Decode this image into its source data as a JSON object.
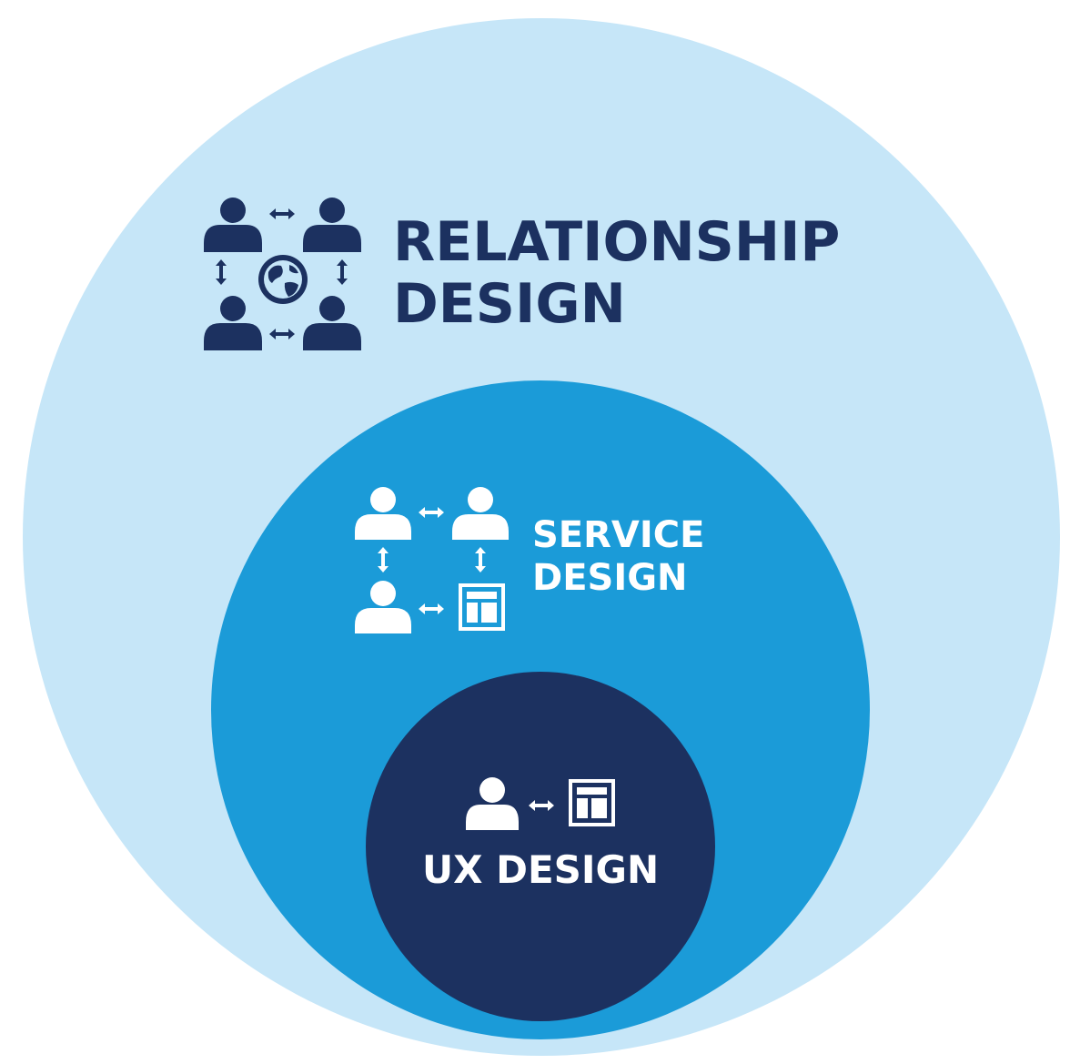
{
  "colors": {
    "outer_circle": "#c6e6f8",
    "middle_circle": "#1b9bd8",
    "inner_circle": "#1c3160",
    "dark_text": "#1c3160",
    "light_text": "#ffffff"
  },
  "relationship": {
    "line1": "RELATIONSHIP",
    "line2": "DESIGN",
    "icon": "people-network-globe-icon"
  },
  "service": {
    "line1": "SERVICE",
    "line2": "DESIGN",
    "icon": "people-interface-network-icon"
  },
  "ux": {
    "label": "UX DESIGN",
    "icon": "person-interface-icon"
  }
}
